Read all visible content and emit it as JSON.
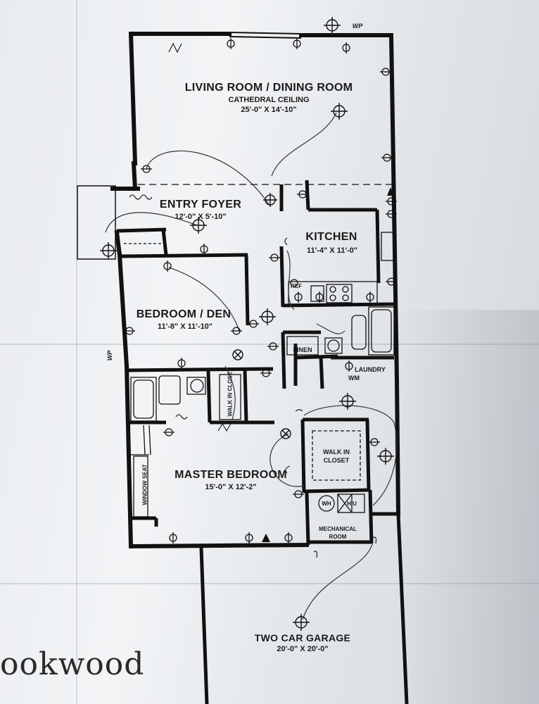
{
  "plan": {
    "living": {
      "name": "LIVING ROOM / DINING ROOM",
      "note": "CATHEDRAL CEILING",
      "dims": "25'-0\" X 14'-10\""
    },
    "foyer": {
      "name": "ENTRY FOYER",
      "dims": "12'-0\" X 5'-10\""
    },
    "kitchen": {
      "name": "KITCHEN",
      "dims": "11'-4\" X 11'-0\""
    },
    "bedroom_den": {
      "name": "BEDROOM / DEN",
      "dims": "11'-8\" X 11'-10\""
    },
    "master": {
      "name": "MASTER BEDROOM",
      "dims": "15'-0\" X 12'-2\""
    },
    "garage": {
      "name": "TWO CAR GARAGE",
      "dims": "20'-0\" X 20'-0\""
    },
    "linen": "LINEN",
    "laundry": "LAUNDRY",
    "walk_in_closet_small": "WALK IN CLOSET",
    "walk_in_closet": "WALK IN CLOSET",
    "mechanical": "MECHANICAL ROOM",
    "window_seat": "WINDOW SEAT",
    "wh": "WH",
    "hu": "H U",
    "ref": "REF",
    "wm": "WM",
    "wp_top": "WP",
    "wp_left": "WP",
    "brand": "ookwood"
  }
}
